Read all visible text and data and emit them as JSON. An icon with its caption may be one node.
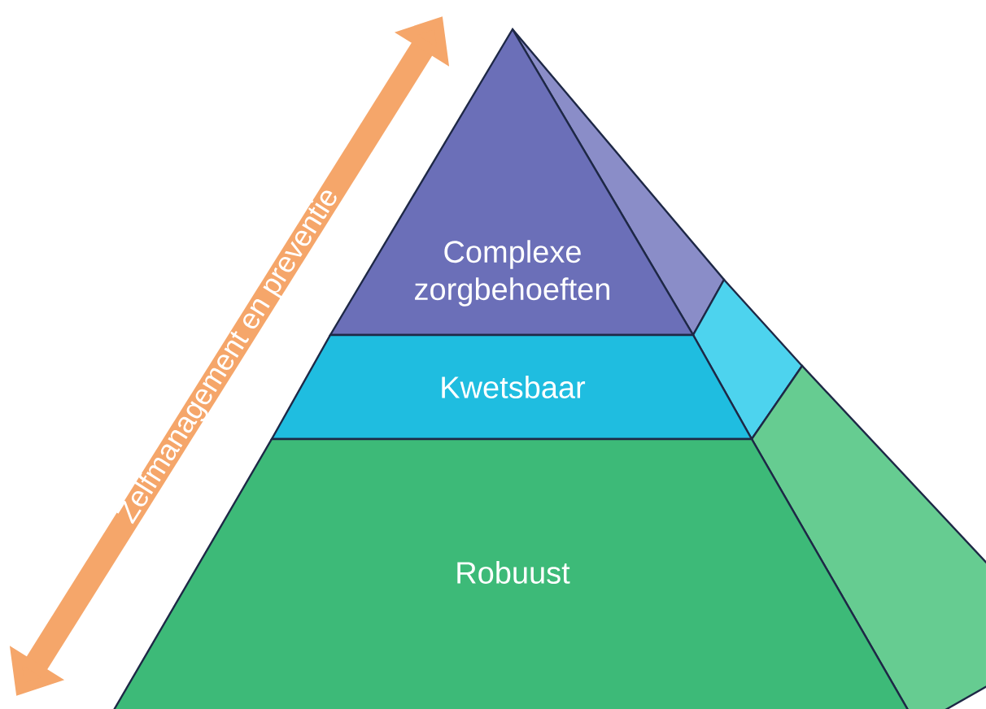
{
  "diagram": {
    "nodes": [
      {
        "text": [
          "Complexe zorgbehoeften"
        ]
      },
      {
        "text": [
          "Kwetsbaar"
        ]
      },
      {
        "text": [
          "Robuust"
        ]
      }
    ],
    "labels": [
      "Zelfmanagement en preventie"
    ]
  }
}
